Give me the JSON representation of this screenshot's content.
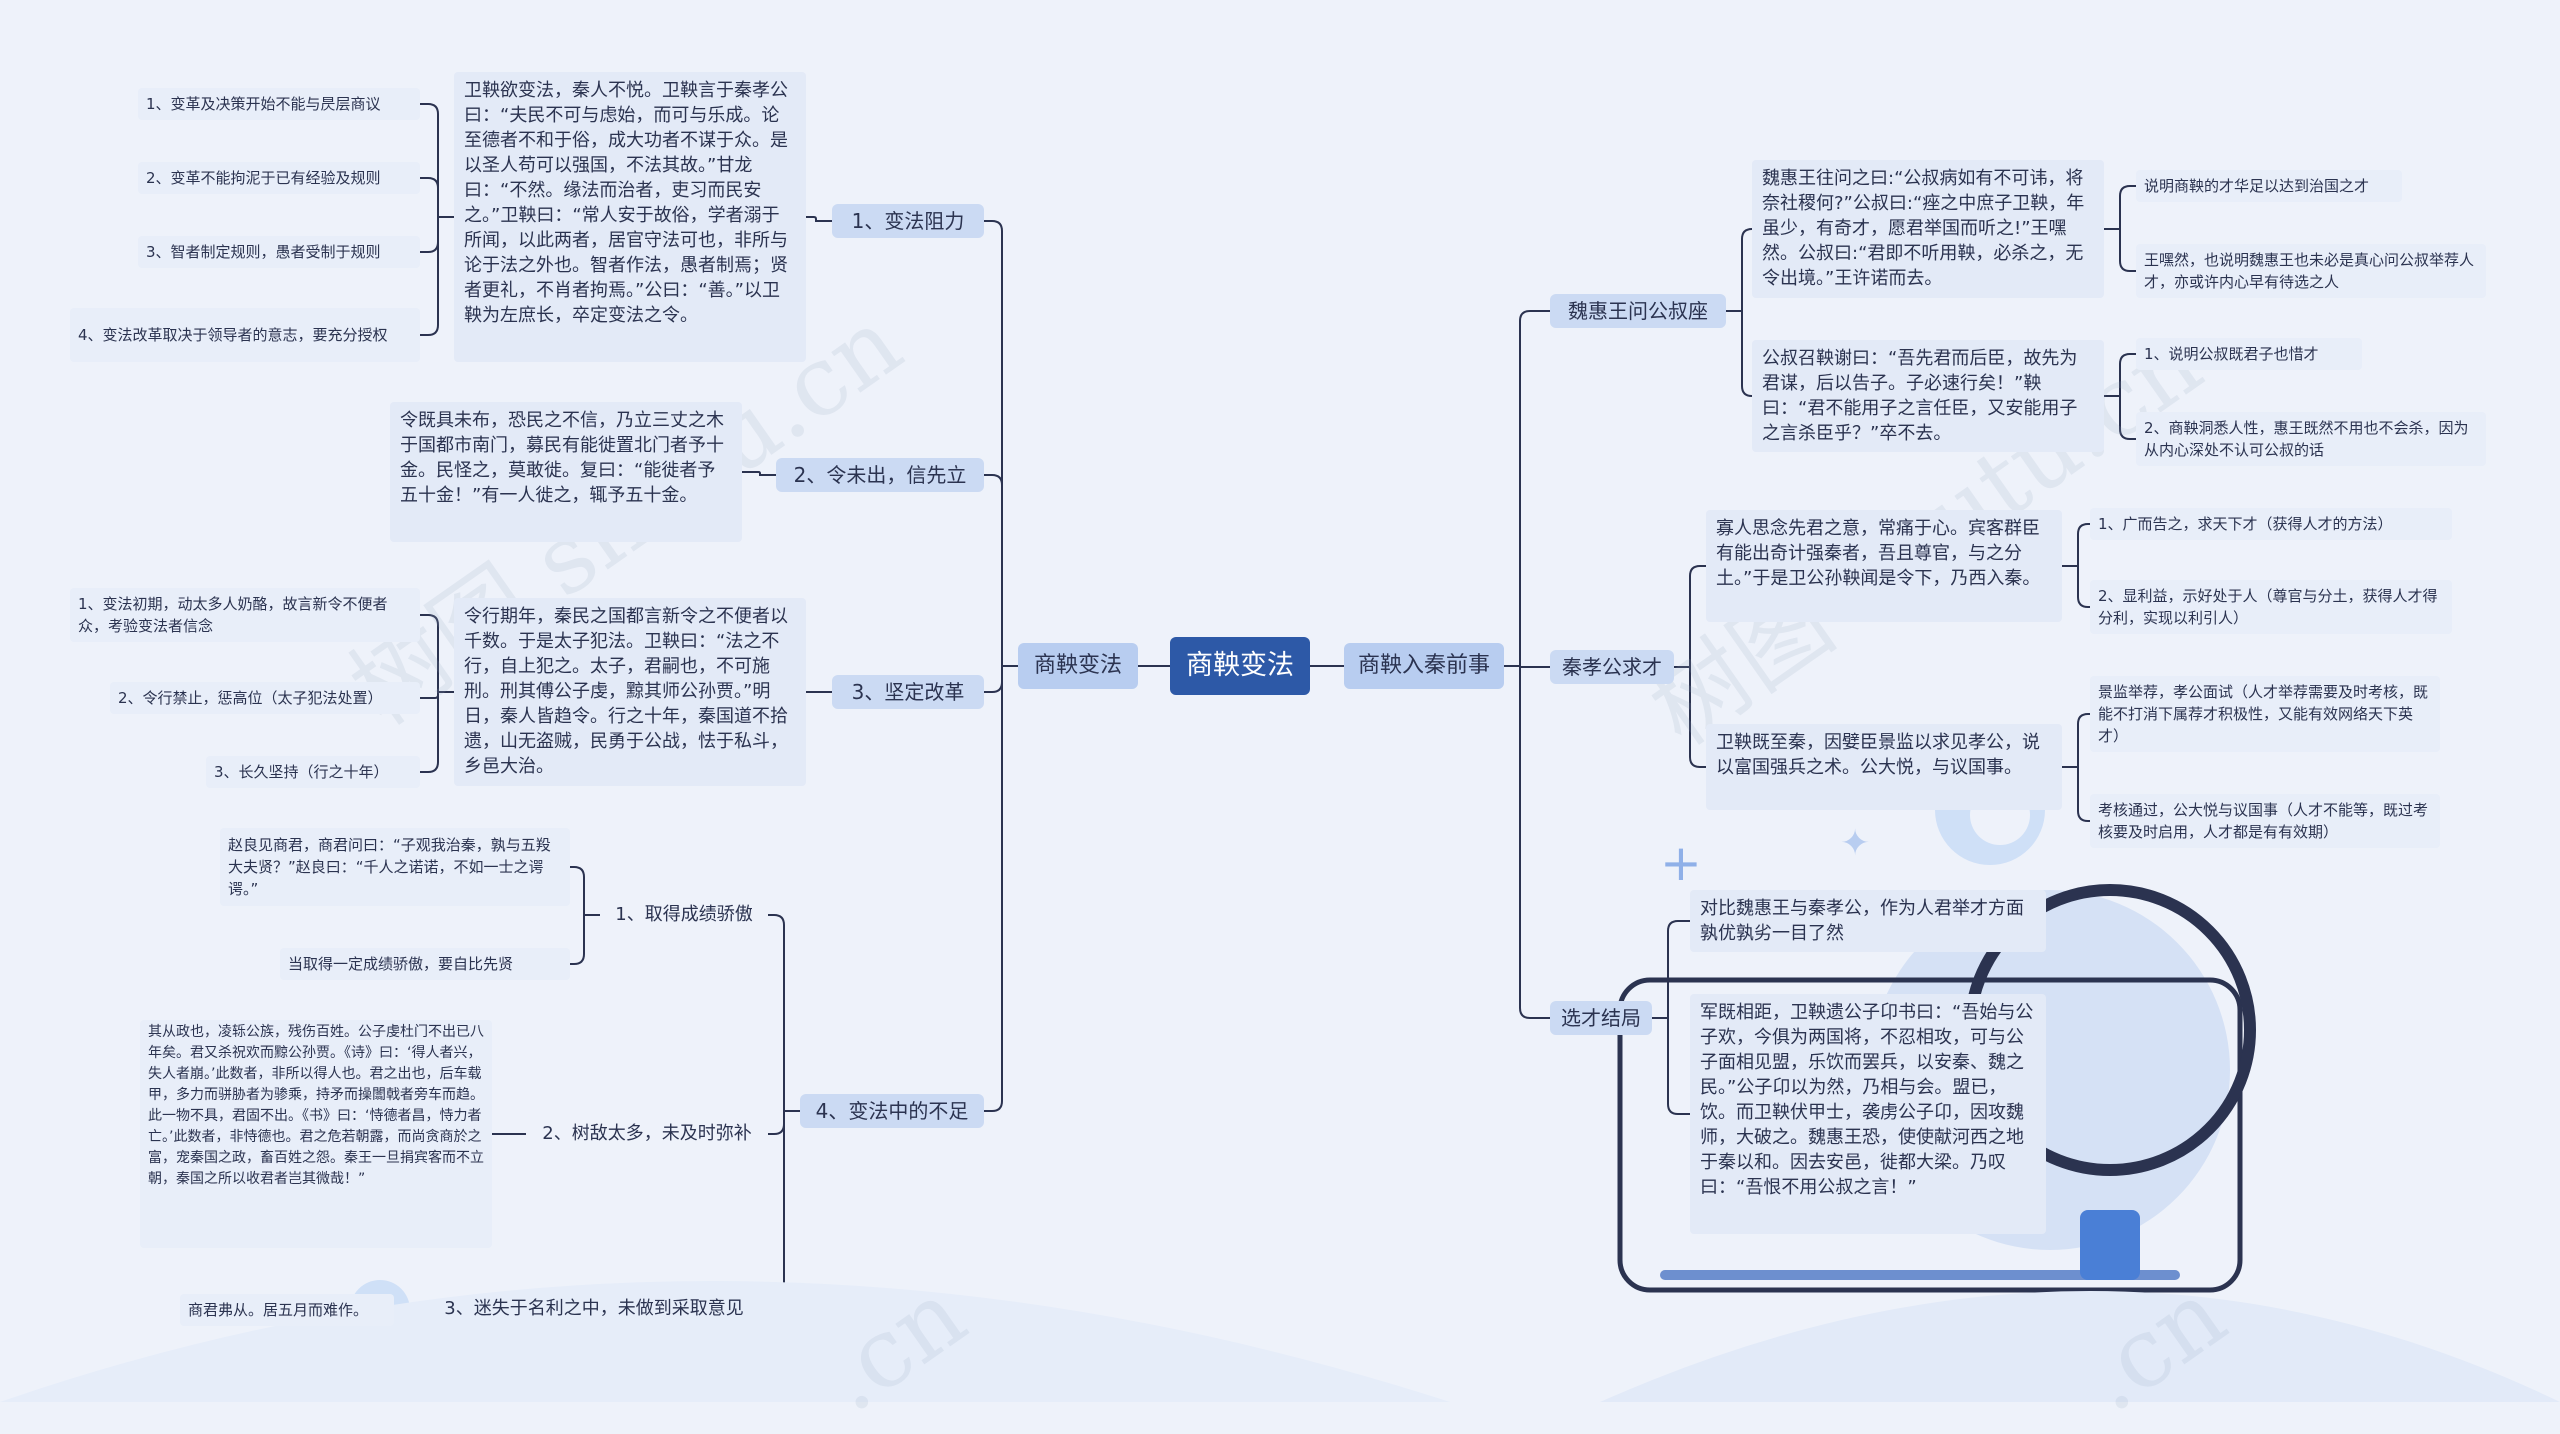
{
  "root": "商鞅变法",
  "left": {
    "label": "商鞅变法",
    "branches": [
      {
        "label": "1、变法阻力",
        "text": "卫鞅欲变法，秦人不悦。卫鞅言于秦孝公曰：“夫民不可与虑始，而可与乐成。论至德者不和于俗，成大功者不谋于众。是以圣人苟可以强国，不法其故。”甘龙曰：“不然。缘法而治者，吏习而民安之。”卫鞅曰：“常人安于故俗，学者溺于所闻，以此两者，居官守法可也，非所与论于法之外也。智者作法，愚者制焉；贤者更礼，不肖者拘焉。”公曰：“善。”以卫鞅为左庶长，卒定变法之令。",
        "notes": [
          "1、变革及决策开始不能与昃层商议",
          "2、变革不能拘泥于已有经验及规则",
          "3、智者制定规则，愚者受制于规则",
          "4、变法改革取决于领导者的意志，要充分授权"
        ]
      },
      {
        "label": "2、令未出，信先立",
        "text": "令既具未布，恐民之不信，乃立三丈之木于国都市南门，募民有能徙置北门者予十金。民怪之，莫敢徙。复曰：“能徙者予五十金！”有一人徙之，辄予五十金。",
        "notes": []
      },
      {
        "label": "3、坚定改革",
        "text": "令行期年，秦民之国都言新令之不便者以千数。于是太子犯法。卫鞅曰：“法之不行，自上犯之。太子，君嗣也，不可施刑。刑其傅公子虔，黥其师公孙贾。”明日，秦人皆趋令。行之十年，秦国道不拾遗，山无盗贼，民勇于公战，怯于私斗，乡邑大治。",
        "notes": [
          "1、变法初期，动太多人奶酪，故言新令不便者众，考验变法者信念",
          "2、令行禁止，惩高位（太子犯法处置）",
          "3、长久坚持（行之十年）"
        ]
      },
      {
        "label": "4、变法中的不足",
        "subs": [
          {
            "label": "1、取得成绩骄傲",
            "notes": [
              "赵良见商君，商君问曰：“子观我治秦，孰与五羖大夫贤？”赵良曰：“千人之诺诺，不如一士之谔谔。”",
              "当取得一定成绩骄傲，要自比先贤"
            ]
          },
          {
            "label": "2、树敌太多，未及时弥补",
            "notes": [
              "其从政也，凌轹公族，残伤百姓。公子虔杜门不出已八年矣。君又杀祝欢而黥公孙贾。《诗》曰：‘得人者兴，失人者崩。’此数者，非所以得人也。君之出也，后车载甲，多力而骈胁者为骖乘，持矛而操闟戟者旁车而趋。此一物不具，君固不出。《书》曰：‘恃德者昌，恃力者亡。’此数者，非恃德也。君之危若朝露，而尚贪商於之富，宠秦国之政，畜百姓之怨。秦王一旦捐宾客而不立朝，秦国之所以收君者岂其微哉！”"
            ]
          },
          {
            "label": "3、迷失于名利之中，未做到采取意见",
            "notes": [
              "商君弗从。居五月而难作。"
            ]
          }
        ]
      }
    ]
  },
  "right": {
    "label": "商鞅入秦前事",
    "branches": [
      {
        "label": "魏惠王问公叔座",
        "items": [
          {
            "text": "魏惠王往问之曰:“公叔病如有不可讳，将奈社稷何?”公叔曰:“痤之中庶子卫鞅，年虽少，有奇才，愿君举国而听之!”王嘿然。公叔曰:“君即不听用鞅，必杀之，无令出境。”王许诺而去。",
            "notes": [
              "说明商鞅的才华足以达到治国之才",
              "王嘿然，也说明魏惠王也未必是真心问公叔举荐人才，亦或许内心早有待选之人"
            ]
          },
          {
            "text": "公叔召鞅谢曰：“吾先君而后臣，故先为君谋，后以告子。子必速行矣！”鞅曰：“君不能用子之言任臣，又安能用子之言杀臣乎？”卒不去。",
            "notes": [
              "1、说明公叔既君子也惜才",
              "2、商鞅洞悉人性，惠王既然不用也不会杀，因为从内心深处不认可公叔的话"
            ]
          }
        ]
      },
      {
        "label": "秦孝公求才",
        "items": [
          {
            "text": "寡人思念先君之意，常痛于心。宾客群臣有能出奇计强秦者，吾且尊官，与之分土。”于是卫公孙鞅闻是令下，乃西入秦。",
            "notes": [
              "1、广而告之，求天下才（获得人才的方法）",
              "2、显利益，示好处于人（尊官与分土，获得人才得分利，实现以利引人）"
            ]
          },
          {
            "text": "卫鞅既至秦，因嬖臣景监以求见孝公，说以富国强兵之术。公大悦，与议国事。",
            "notes": [
              "景监举荐，孝公面试（人才举荐需要及时考核，既能不打消下属荐才积极性，又能有效网络天下英才）",
              "考核通过，公大悦与议国事（人才不能等，既过考核要及时启用，人才都是有有效期）"
            ]
          }
        ]
      },
      {
        "label": "选才结局",
        "items": [
          {
            "text": "对比魏惠王与秦孝公，作为人君举才方面孰优孰劣一目了然",
            "notes": []
          },
          {
            "text": "军既相距，卫鞅遗公子卬书曰：“吾始与公子欢，今俱为两国将，不忍相攻，可与公子面相见盟，乐饮而罢兵，以安秦、魏之民。”公子卬以为然，乃相与会。盟已，饮。而卫鞅伏甲士，袭虏公子卬，因攻魏师，大破之。魏惠王恐，使使献河西之地于秦以和。因去安邑，徙都大梁。乃叹曰：“吾恨不用公叔之言！”",
            "notes": []
          }
        ]
      }
    ]
  },
  "watermarks": [
    "树图 shutu.cn",
    "树图 shutu.cn",
    ".cn",
    ".cn"
  ],
  "colors": {
    "root": "#2d59a7",
    "main": "#b8cdf0",
    "box": "#e3eaf7",
    "line": "#2b3350",
    "background": "#eef2fa"
  }
}
